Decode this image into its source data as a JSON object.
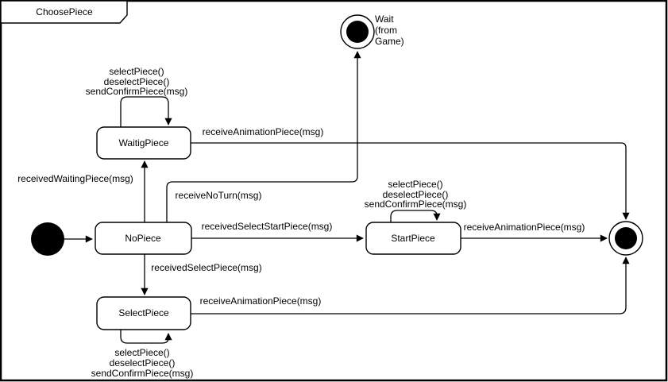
{
  "diagram": {
    "kind": "uml-state-machine",
    "frame_title": "ChoosePiece"
  },
  "colors": {
    "line": "#000000",
    "text": "#000000",
    "state_fill": "#ffffff",
    "background": "#ffffff"
  },
  "states": {
    "no_piece": {
      "label": "NoPiece"
    },
    "waitig_piece": {
      "label": "WaitigPiece"
    },
    "start_piece": {
      "label": "StartPiece"
    },
    "select_piece": {
      "label": "SelectPiece"
    },
    "wait_from_game": {
      "label_lines": [
        "Wait",
        "(from",
        "Game)"
      ]
    }
  },
  "transitions": {
    "nopiece_to_waitigpiece": {
      "label": "receivedWaitingPiece(msg)"
    },
    "waitigpiece_self": {
      "labels": [
        "selectPiece()",
        "deselectPiece()",
        "sendConfirmPiece(msg)"
      ]
    },
    "waitigpiece_to_final": {
      "label": "receiveAnimationPiece(msg)"
    },
    "nopiece_to_wait": {
      "label": "receiveNoTurn(msg)"
    },
    "nopiece_to_startpiece": {
      "label": "receivedSelectStartPiece(msg)"
    },
    "startpiece_self": {
      "labels": [
        "selectPiece()",
        "deselectPiece()",
        "sendConfirmPiece(msg)"
      ]
    },
    "startpiece_to_final": {
      "label": "receiveAnimationPiece(msg)"
    },
    "nopiece_to_selectpiece": {
      "label": "receivedSelectPiece(msg)"
    },
    "selectpiece_self": {
      "labels": [
        "selectPiece()",
        "deselectPiece()",
        "sendConfirmPiece(msg)"
      ]
    },
    "selectpiece_to_final": {
      "label": "receiveAnimationPiece(msg)"
    }
  }
}
